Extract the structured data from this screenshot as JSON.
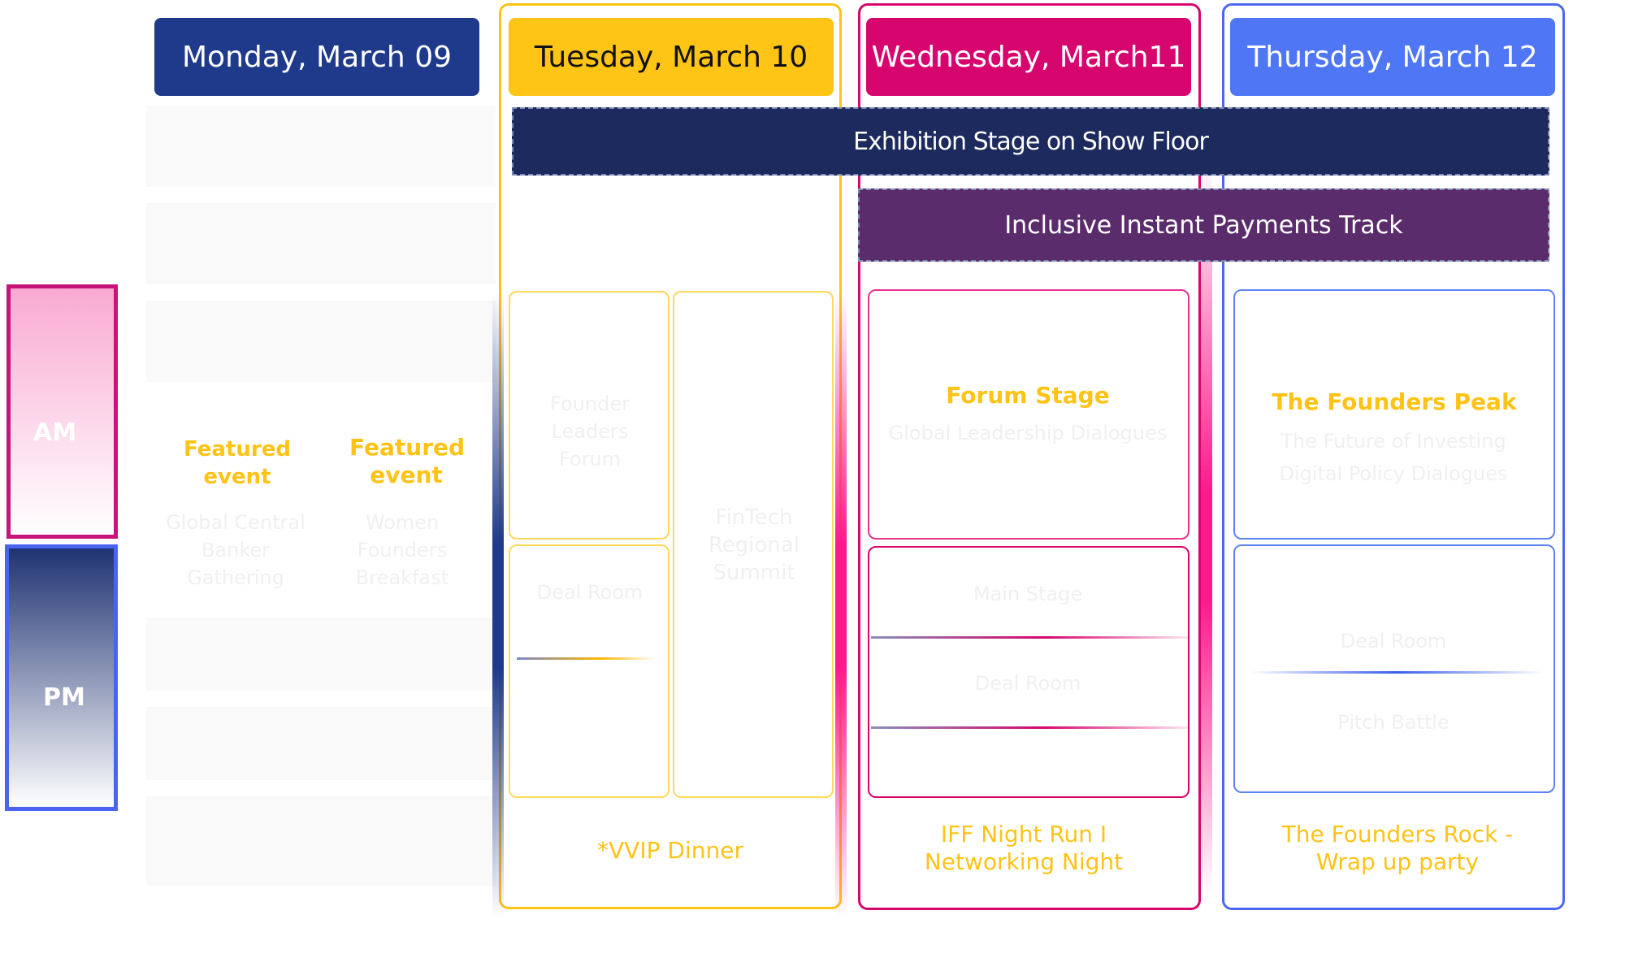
{
  "days": [
    {
      "label": "Monday, March 09",
      "color": "#1f3a8b"
    },
    {
      "label": "Tuesday, March 10",
      "color": "#ffc516"
    },
    {
      "label": "Wednesday, March11",
      "color": "#d7056e"
    },
    {
      "label": "Thursday, March 12",
      "color": "#4f76f5"
    }
  ],
  "periods": {
    "am": "AM",
    "pm": "PM"
  },
  "banners": {
    "exhibition": "Exhibition Stage on Show Floor",
    "inclusive": "Inclusive Instant Payments Track"
  },
  "monday": {
    "featured_left": "Featured event",
    "featured_right": "Featured event",
    "faint_left": "Global Central Banker Gathering",
    "faint_right": "Women Founders Breakfast"
  },
  "tuesday": {
    "faint_top_left": "Founder Leaders Forum",
    "faint_bottom_left": "Deal Room",
    "faint_right": "FinTech Regional Summit",
    "footer": "*VVIP Dinner"
  },
  "wednesday": {
    "forum_title": "Forum Stage",
    "forum_faint": "Global Leadership Dialogues",
    "faint_a": "Main Stage",
    "faint_b": "Deal Room",
    "footer": "IFF Night Run I Networking Night"
  },
  "thursday": {
    "peak_title": "The Founders Peak",
    "peak_faint_1": "The Future of Investing",
    "peak_faint_2": "Digital Policy Dialogues",
    "faint_a": "Deal Room",
    "faint_b": "Pitch Battle",
    "footer": "The Founders Rock - Wrap up party"
  }
}
